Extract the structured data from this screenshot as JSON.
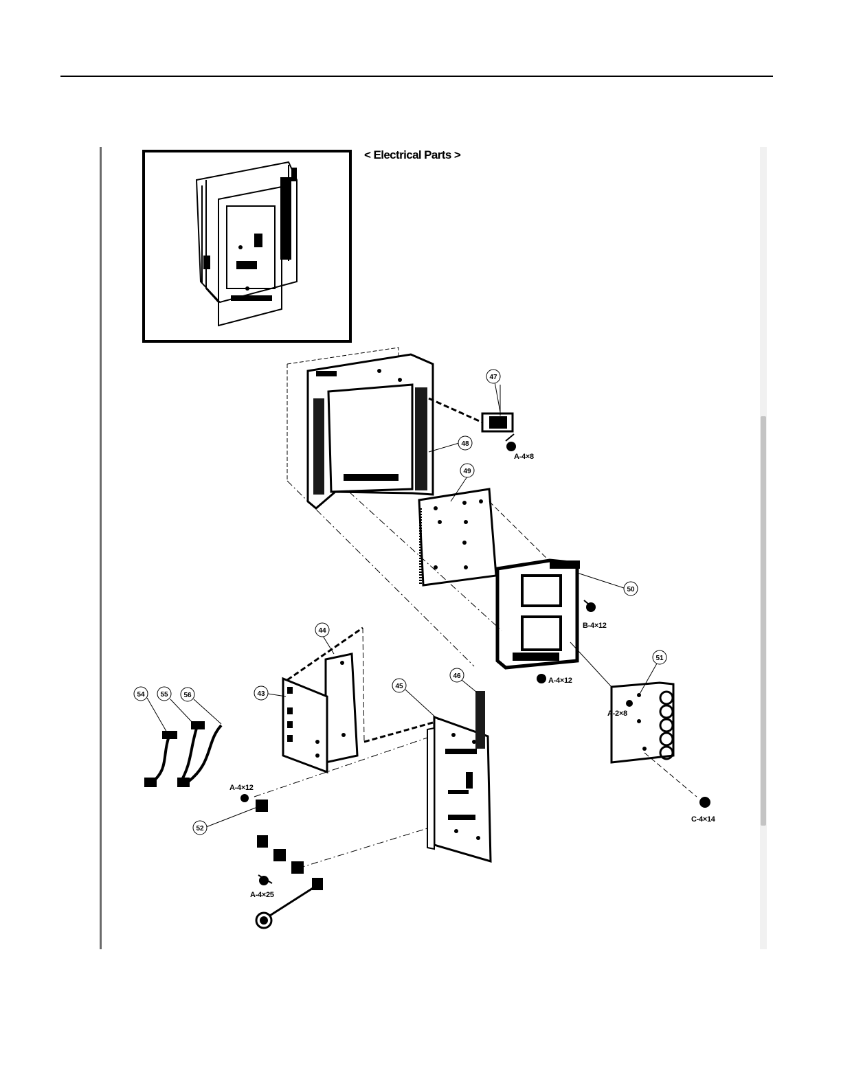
{
  "page": {
    "title": "< Electrical Parts >"
  },
  "callouts": [
    {
      "id": "c47",
      "label": "47"
    },
    {
      "id": "c48",
      "label": "48"
    },
    {
      "id": "c49",
      "label": "49"
    },
    {
      "id": "c50",
      "label": "50"
    },
    {
      "id": "c51",
      "label": "51"
    },
    {
      "id": "c44",
      "label": "44"
    },
    {
      "id": "c43",
      "label": "43"
    },
    {
      "id": "c45",
      "label": "45"
    },
    {
      "id": "c46",
      "label": "46"
    },
    {
      "id": "c54",
      "label": "54"
    },
    {
      "id": "c55",
      "label": "55"
    },
    {
      "id": "c56",
      "label": "56"
    },
    {
      "id": "c52",
      "label": "52"
    }
  ],
  "screws": {
    "s_a48": "A-4×8",
    "s_b412": "B-4×12",
    "s_a412_mid": "A-4×12",
    "s_a28": "A-2×8",
    "s_c414": "C-4×14",
    "s_a412_left": "A-4×12",
    "s_a425": "A-4×25"
  }
}
